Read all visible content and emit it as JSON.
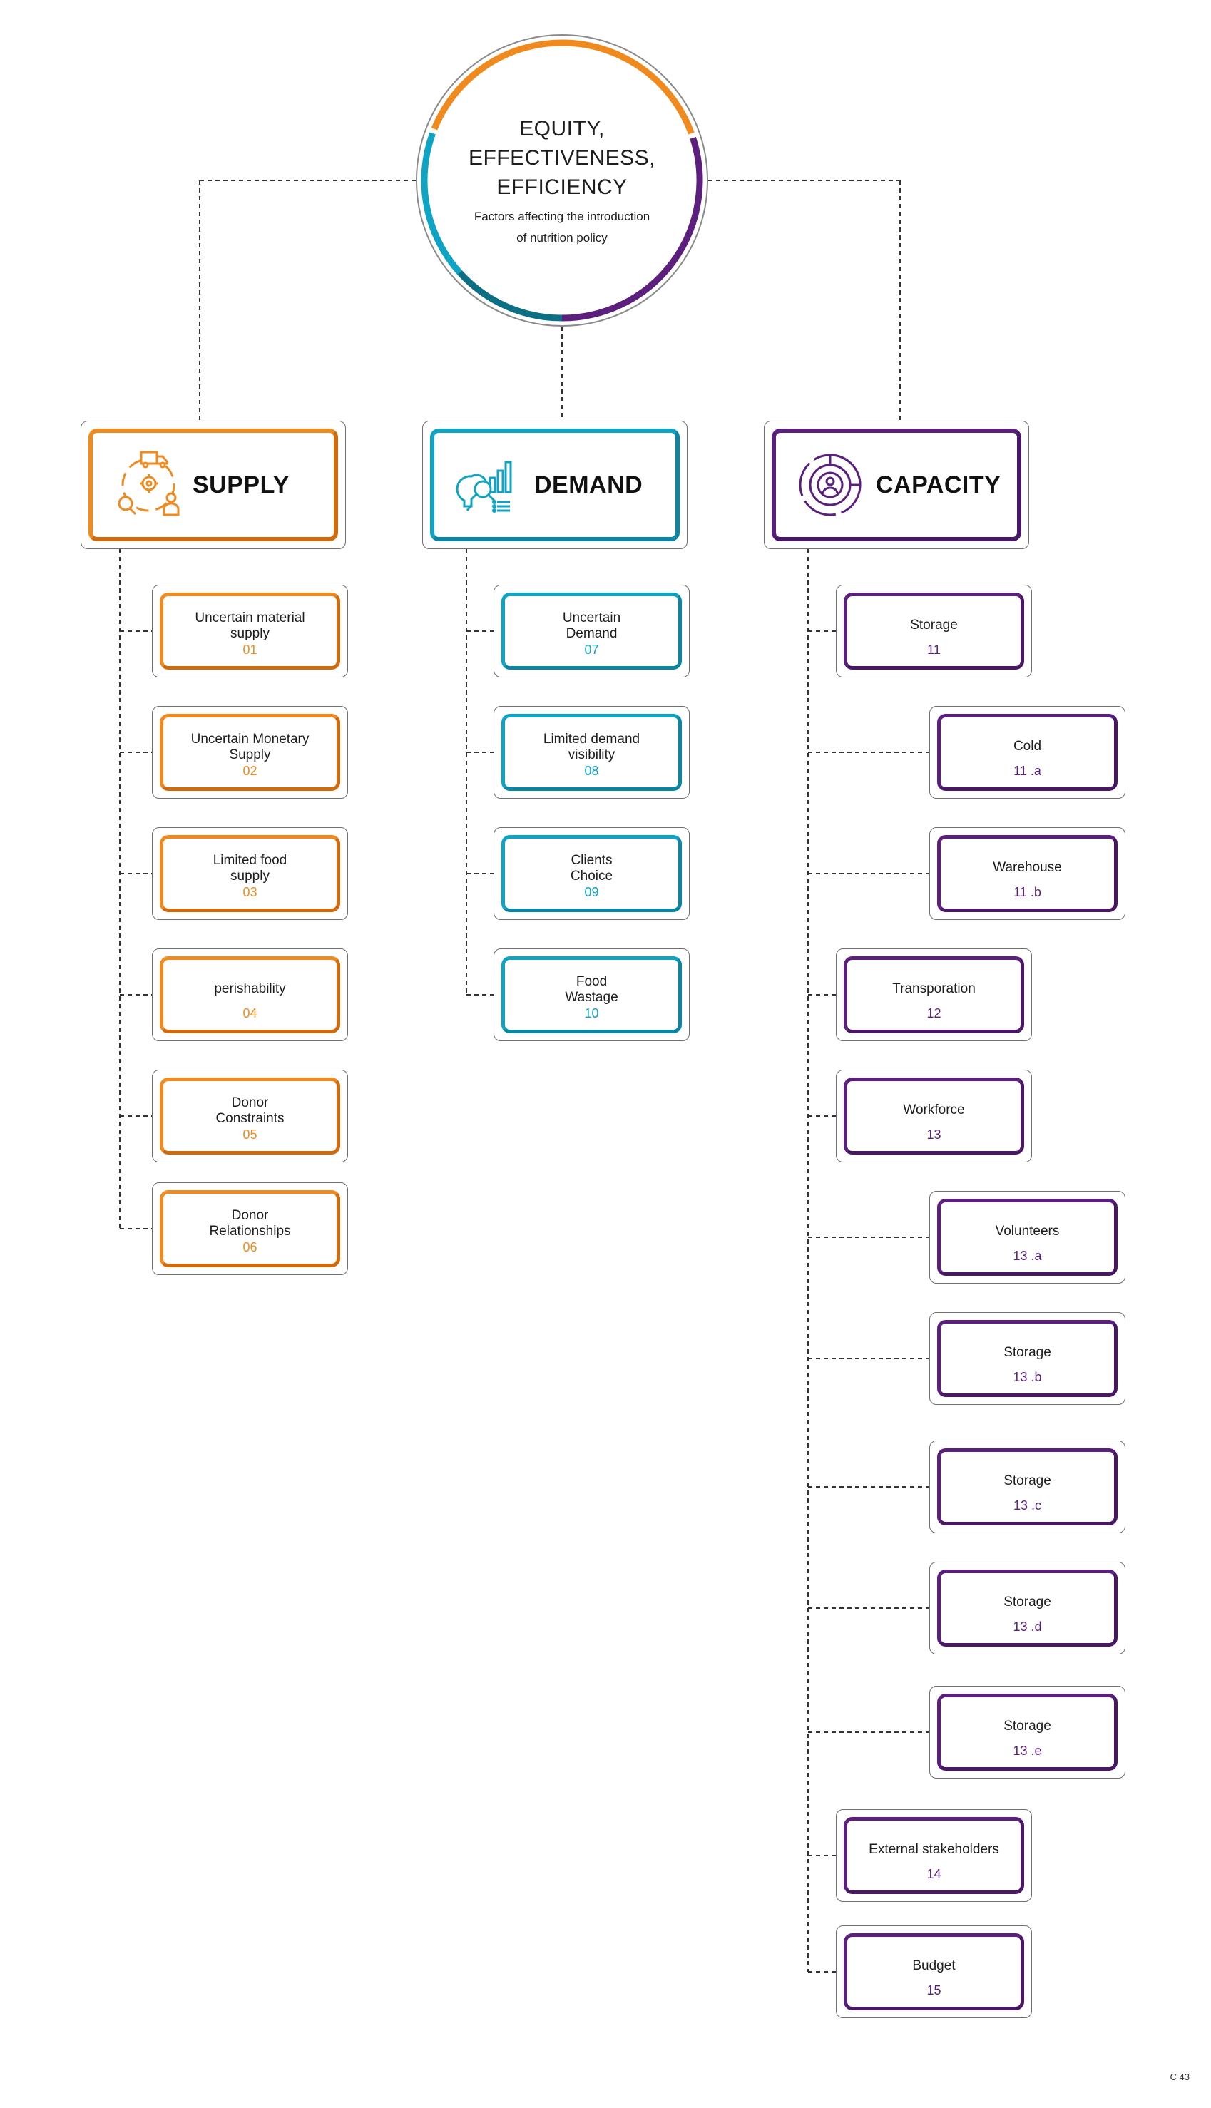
{
  "center": {
    "title": "EQUITY,\nEFFECTIVENESS,\nEFFICIENCY",
    "subtitle": "Factors affecting the introduction\nof nutrition policy"
  },
  "colors": {
    "supply": "#f18a1e",
    "supply_dark": "#d06a0c",
    "demand": "#0fa3c4",
    "demand_dark": "#0a86a4",
    "capacity": "#5d1f7e",
    "capacity_dark": "#4a1766",
    "ring_teal_dark": "#0d6f84",
    "connector": "#333333"
  },
  "categories": [
    {
      "key": "supply",
      "label": "SUPPLY",
      "icon": "supply-logistics-icon",
      "items": [
        {
          "label": "Uncertain material\nsupply",
          "num": "01"
        },
        {
          "label": "Uncertain Monetary\nSupply",
          "num": "02"
        },
        {
          "label": "Limited food\nsupply",
          "num": "03"
        },
        {
          "label": "perishability",
          "num": "04"
        },
        {
          "label": "Donor\nConstraints",
          "num": "05"
        },
        {
          "label": "Donor\nRelationships",
          "num": "06"
        }
      ]
    },
    {
      "key": "demand",
      "label": "DEMAND",
      "icon": "demand-analytics-icon",
      "items": [
        {
          "label": "Uncertain\nDemand",
          "num": "07"
        },
        {
          "label": "Limited demand\nvisibility",
          "num": "08"
        },
        {
          "label": "Clients\nChoice",
          "num": "09"
        },
        {
          "label": "Food\nWastage",
          "num": "10"
        }
      ]
    },
    {
      "key": "capacity",
      "label": "CAPACITY",
      "icon": "capacity-target-user-icon",
      "items": [
        {
          "label": "Storage",
          "num": "11"
        },
        {
          "label": "Cold",
          "num": "11 .a"
        },
        {
          "label": "Warehouse",
          "num": "11 .b"
        },
        {
          "label": "Transporation",
          "num": "12"
        },
        {
          "label": "Workforce",
          "num": "13"
        },
        {
          "label": "Volunteers",
          "num": "13 .a"
        },
        {
          "label": "Storage",
          "num": "13 .b"
        },
        {
          "label": "Storage",
          "num": "13 .c"
        },
        {
          "label": "Storage",
          "num": "13 .d"
        },
        {
          "label": "Storage",
          "num": "13 .e"
        },
        {
          "label": "External stakeholders",
          "num": "14"
        },
        {
          "label": "Budget",
          "num": "15"
        }
      ]
    }
  ],
  "footer": "C 43"
}
